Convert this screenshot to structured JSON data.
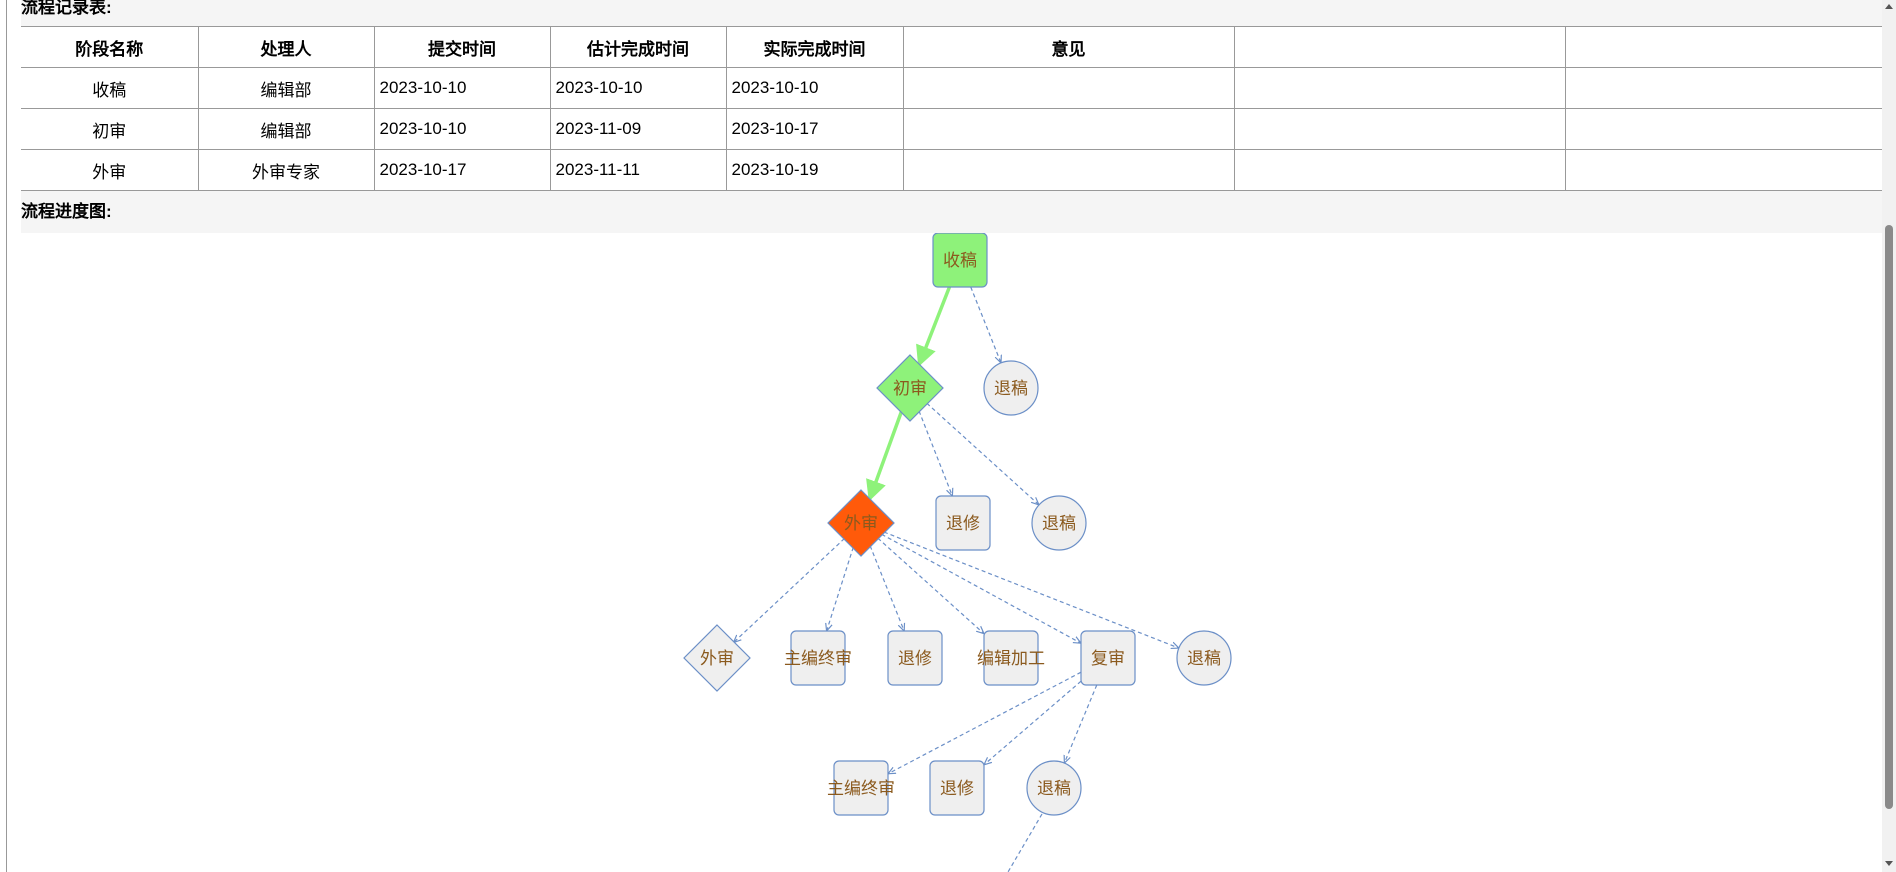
{
  "record_table": {
    "title": "流程记录表:",
    "headers": [
      "阶段名称",
      "处理人",
      "提交时间",
      "估计完成时间",
      "实际完成时间",
      "意见",
      "",
      ""
    ],
    "rows": [
      [
        "收稿",
        "编辑部",
        "2023-10-10",
        "2023-10-10",
        "2023-10-10",
        "",
        "",
        ""
      ],
      [
        "初审",
        "编辑部",
        "2023-10-10",
        "2023-11-09",
        "2023-10-17",
        "",
        "",
        ""
      ],
      [
        "外审",
        "外审专家",
        "2023-10-17",
        "2023-11-11",
        "2023-10-19",
        "",
        "",
        ""
      ]
    ]
  },
  "flow_chart": {
    "title": "流程进度图:",
    "colors": {
      "done": "#8ef27a",
      "current": "#ff5a0a",
      "pending": "#efefef",
      "node_border": "#6b8fc7",
      "done_edge": "#8ef27a",
      "dashed_edge": "#6b8fc7",
      "label": "#8b5a1e"
    },
    "nodes": [
      {
        "id": "n1",
        "label": "收稿",
        "shape": "rect",
        "state": "done"
      },
      {
        "id": "n2",
        "label": "初审",
        "shape": "diamond",
        "state": "done"
      },
      {
        "id": "n3",
        "label": "退稿",
        "shape": "circle",
        "state": "pending"
      },
      {
        "id": "n4",
        "label": "外审",
        "shape": "diamond",
        "state": "current"
      },
      {
        "id": "n5",
        "label": "退修",
        "shape": "rect",
        "state": "pending"
      },
      {
        "id": "n6",
        "label": "退稿",
        "shape": "circle",
        "state": "pending"
      },
      {
        "id": "n7",
        "label": "外审",
        "shape": "diamond",
        "state": "pending"
      },
      {
        "id": "n8",
        "label": "主编终审",
        "shape": "rect",
        "state": "pending"
      },
      {
        "id": "n9",
        "label": "退修",
        "shape": "rect",
        "state": "pending"
      },
      {
        "id": "n10",
        "label": "编辑加工",
        "shape": "rect",
        "state": "pending"
      },
      {
        "id": "n11",
        "label": "复审",
        "shape": "rect",
        "state": "pending"
      },
      {
        "id": "n12",
        "label": "退稿",
        "shape": "circle",
        "state": "pending"
      },
      {
        "id": "n13",
        "label": "主编终审",
        "shape": "rect",
        "state": "pending"
      },
      {
        "id": "n14",
        "label": "退修",
        "shape": "rect",
        "state": "pending"
      },
      {
        "id": "n15",
        "label": "退稿",
        "shape": "circle",
        "state": "pending"
      }
    ],
    "edges": [
      {
        "from": "n1",
        "to": "n2",
        "style": "done"
      },
      {
        "from": "n1",
        "to": "n3",
        "style": "dashed"
      },
      {
        "from": "n2",
        "to": "n4",
        "style": "done"
      },
      {
        "from": "n2",
        "to": "n5",
        "style": "dashed"
      },
      {
        "from": "n2",
        "to": "n6",
        "style": "dashed"
      },
      {
        "from": "n4",
        "to": "n7",
        "style": "dashed"
      },
      {
        "from": "n4",
        "to": "n8",
        "style": "dashed"
      },
      {
        "from": "n4",
        "to": "n9",
        "style": "dashed"
      },
      {
        "from": "n4",
        "to": "n10",
        "style": "dashed"
      },
      {
        "from": "n4",
        "to": "n11",
        "style": "dashed"
      },
      {
        "from": "n4",
        "to": "n12",
        "style": "dashed"
      },
      {
        "from": "n11",
        "to": "n13",
        "style": "dashed"
      },
      {
        "from": "n11",
        "to": "n14",
        "style": "dashed"
      },
      {
        "from": "n11",
        "to": "n15",
        "style": "dashed"
      }
    ]
  }
}
